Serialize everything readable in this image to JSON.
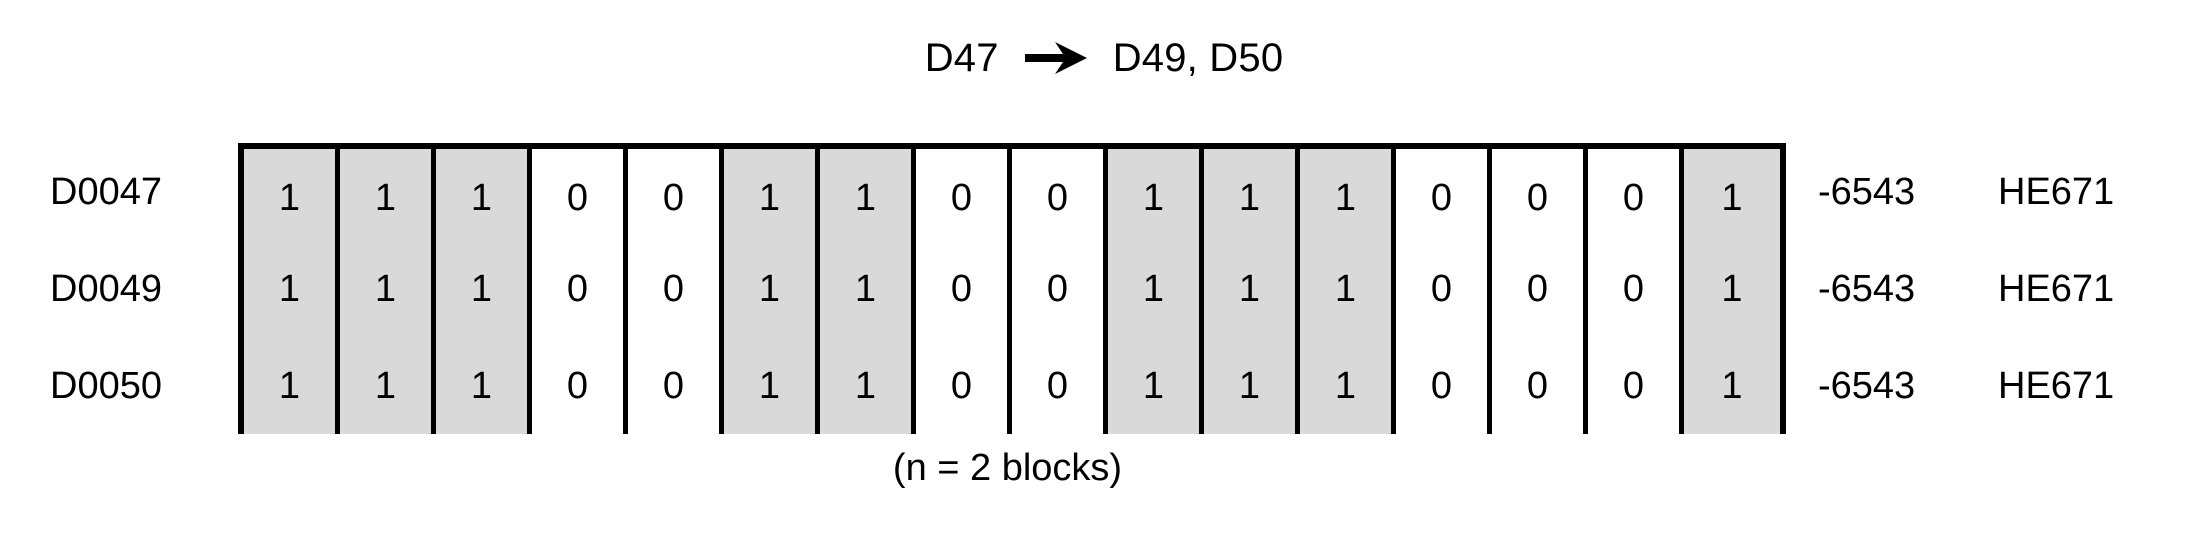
{
  "title": {
    "source": "D47",
    "arrow_icon": "arrow-right-icon",
    "targets": "D49, D50"
  },
  "colors": {
    "cell_on": "#d9d9d9",
    "cell_off": "#ffffff",
    "border": "#000000",
    "text": "#000000",
    "background": "#ffffff"
  },
  "table": {
    "column_count": 16,
    "rows": [
      {
        "label": "D0047",
        "bits": [
          1,
          1,
          1,
          0,
          0,
          1,
          1,
          0,
          0,
          1,
          1,
          1,
          0,
          0,
          0,
          1
        ],
        "value": "-6543",
        "code": "HE671"
      },
      {
        "label": "D0049",
        "bits": [
          1,
          1,
          1,
          0,
          0,
          1,
          1,
          0,
          0,
          1,
          1,
          1,
          0,
          0,
          0,
          1
        ],
        "value": "-6543",
        "code": "HE671"
      },
      {
        "label": "D0050",
        "bits": [
          1,
          1,
          1,
          0,
          0,
          1,
          1,
          0,
          0,
          1,
          1,
          1,
          0,
          0,
          0,
          1
        ],
        "value": "-6543",
        "code": "HE671"
      }
    ]
  },
  "caption": "(n = 2 blocks)"
}
